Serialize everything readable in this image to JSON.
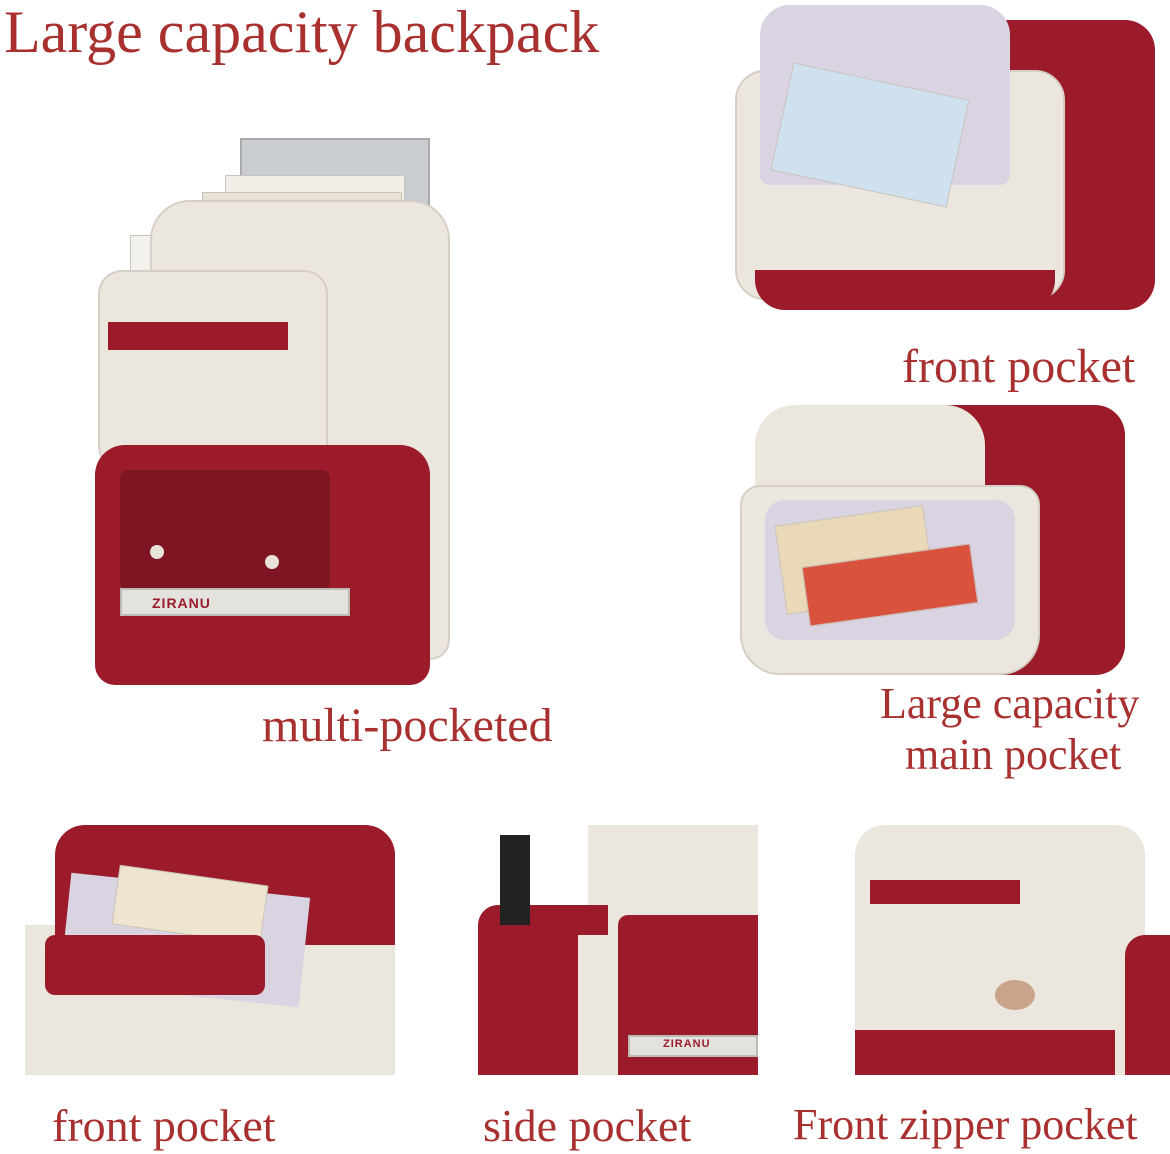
{
  "title": "Large capacity backpack",
  "brand": "ZIRANU",
  "colors": {
    "text": "#a8302f",
    "red": "#9b1b2a",
    "cream": "#ebe6de"
  },
  "captions": {
    "main": "multi-pocketed",
    "top_right": "front pocket",
    "middle_right_line1": "Large capacity",
    "middle_right_line2": "main pocket",
    "bottom_left": "front pocket",
    "bottom_middle": "side pocket",
    "bottom_right": "Front zipper pocket"
  }
}
